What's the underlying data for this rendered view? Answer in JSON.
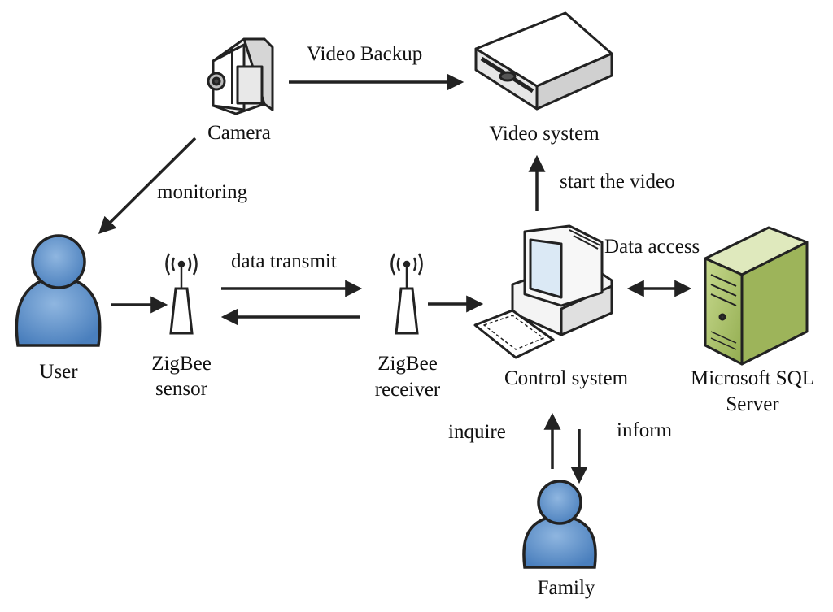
{
  "nodes": {
    "camera": "Camera",
    "video_system": "Video system",
    "user": "User",
    "zigbee_sensor": [
      "ZigBee",
      "sensor"
    ],
    "zigbee_receiver": [
      "ZigBee",
      "receiver"
    ],
    "control_system": "Control system",
    "sql_server": [
      "Microsoft SQL",
      "Server"
    ],
    "family": "Family"
  },
  "edges": {
    "video_backup": "Video Backup",
    "monitoring": "monitoring",
    "start_video": "start the video",
    "data_transmit": "data transmit",
    "data_access": "Data access",
    "inquire": "inquire",
    "inform": "inform"
  },
  "colors": {
    "person": "#5b8fc9",
    "server": "#aac26b",
    "outline": "#222222"
  },
  "icons": [
    "camera-icon",
    "video-recorder-icon",
    "user-icon",
    "antenna-icon",
    "computer-icon",
    "server-icon",
    "family-icon"
  ]
}
